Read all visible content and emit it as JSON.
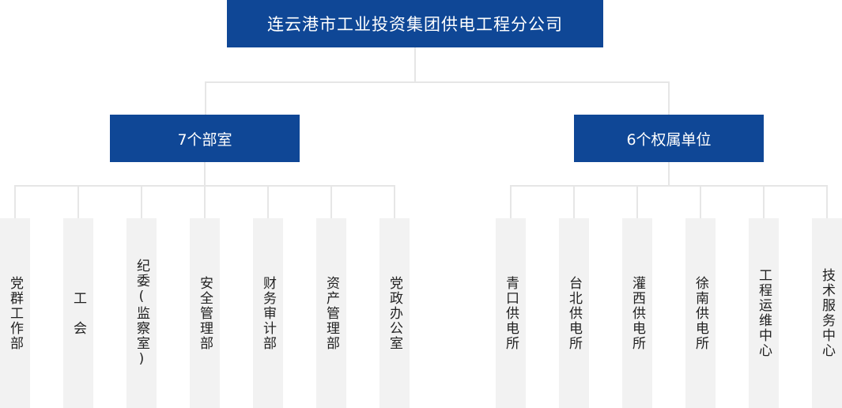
{
  "root": {
    "label": "连云港市工业投资集团供电工程分公司"
  },
  "groups": [
    {
      "label": "7个部室"
    },
    {
      "label": "6个权属单位"
    }
  ],
  "departments": [
    {
      "label": "党群工作部"
    },
    {
      "label": "工　会"
    },
    {
      "label": "纪委(监察室)"
    },
    {
      "label": "安全管理部"
    },
    {
      "label": "财务审计部"
    },
    {
      "label": "资产管理部"
    },
    {
      "label": "党政办公室"
    }
  ],
  "units": [
    {
      "label": "青口供电所"
    },
    {
      "label": "台北供电所"
    },
    {
      "label": "灌西供电所"
    },
    {
      "label": "徐南供电所"
    },
    {
      "label": "工程运维中心"
    },
    {
      "label": "技术服务中心"
    }
  ],
  "colors": {
    "node": "#0f4796",
    "leaf": "#f2f2f2",
    "connector": "#e6e6e6"
  }
}
